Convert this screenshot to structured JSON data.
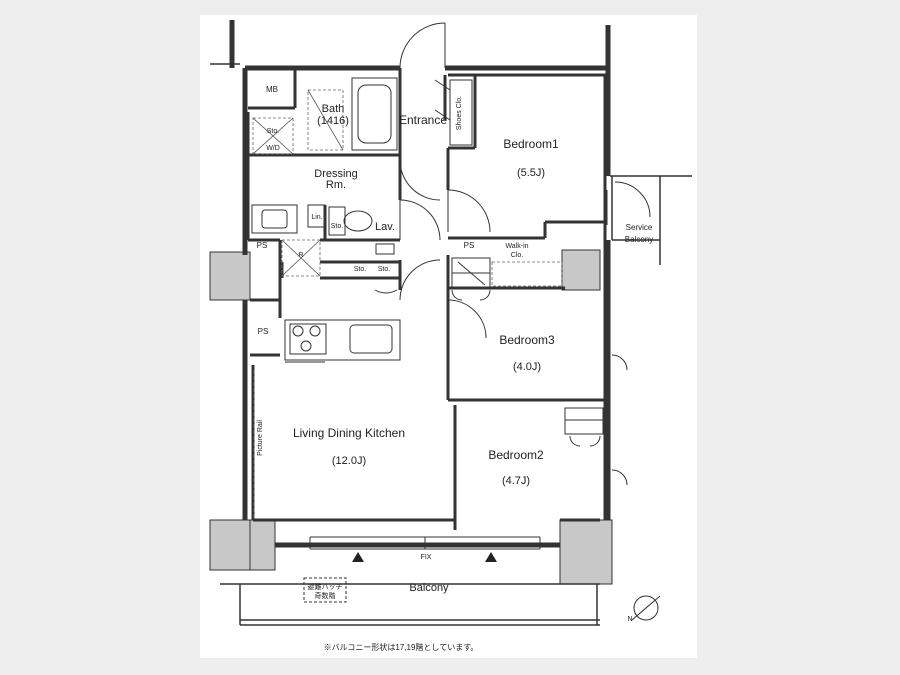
{
  "rooms": {
    "mb": "MB",
    "bath": "Bath",
    "bath_size": "(1416)",
    "sto_washer": "Sto.",
    "washer": "W/D",
    "entrance": "Entrance",
    "shoes_closet": "Shoes Clo.",
    "bedroom1": "Bedroom1",
    "bedroom1_area": "(5.5J)",
    "dressing": "Dressing",
    "dressing_rm": "Rm.",
    "linen": "Lin.",
    "sto_toilet": "Sto.",
    "lav": "Lav.",
    "ps_left_upper": "PS",
    "ps_hall": "PS",
    "walkin": "Walk-in",
    "walkin_clo": "Clo.",
    "service_balcony": "Service",
    "service_balcony_2": "Balcony",
    "fridge": "R",
    "sto_kitchen1": "Sto.",
    "sto_kitchen2": "Sto.",
    "ps_left_lower": "PS",
    "bedroom3": "Bedroom3",
    "bedroom3_area": "(4.0J)",
    "ldk": "Living Dining Kitchen",
    "ldk_area": "(12.0J)",
    "picture_rail": "Picture Rail",
    "bedroom2": "Bedroom2",
    "bedroom2_area": "(4.7J)",
    "fix": "FIX",
    "hatch_1": "避難ハッチ",
    "hatch_2": "奇数階",
    "balcony": "Balcony"
  },
  "footnote": "※バルコニー形状は17,19階としています。",
  "compass": "N"
}
